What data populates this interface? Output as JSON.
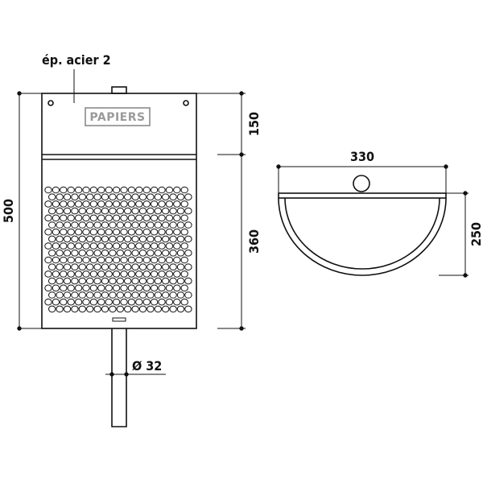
{
  "labels": {
    "material": "ép. acier 2",
    "plate": "PAPIERS",
    "diameter": "Ø 32"
  },
  "dimensions": {
    "total_height": "500",
    "top_height": "150",
    "bottom_height": "360",
    "width": "330",
    "depth": "250"
  },
  "colors": {
    "line": "#111111",
    "plate_border": "#8a8a8a",
    "plate_text": "#9a9a9a"
  }
}
